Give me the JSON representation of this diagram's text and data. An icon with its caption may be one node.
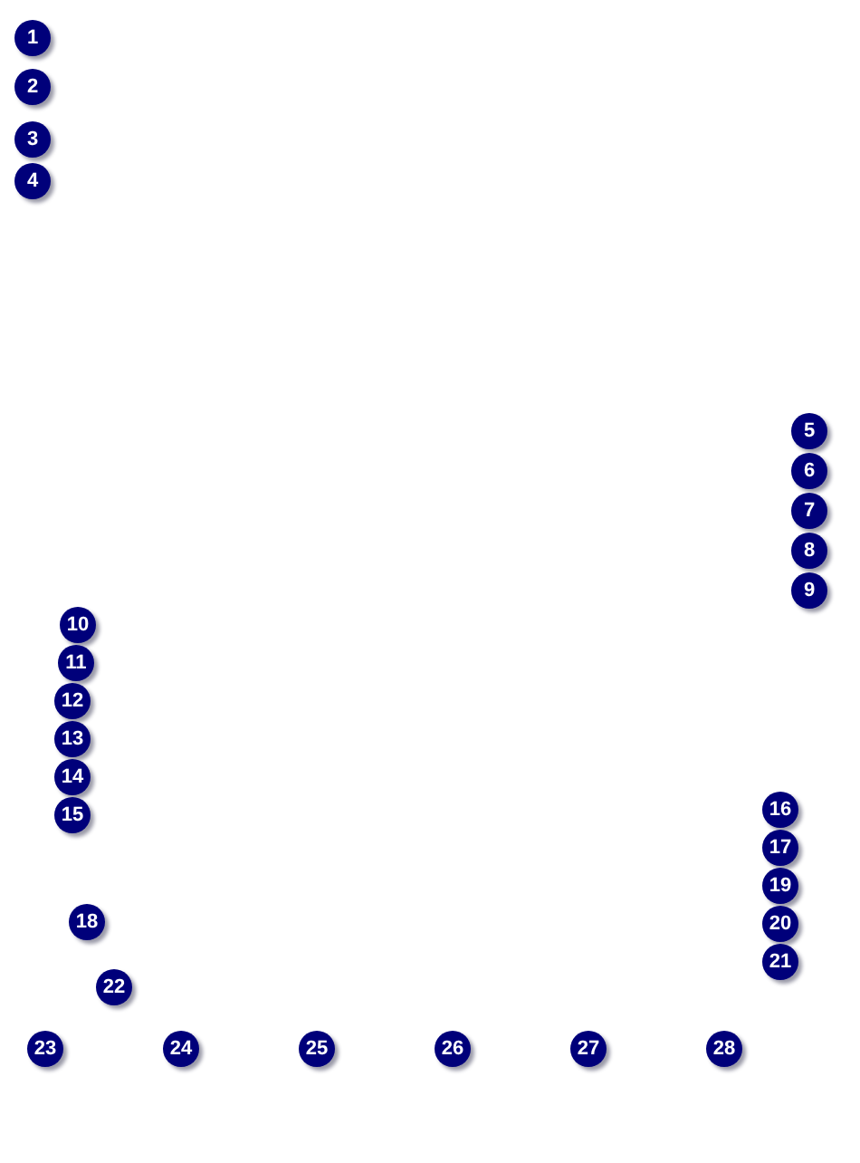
{
  "diagram": {
    "labels": [
      "1",
      "2",
      "3",
      "4",
      "5",
      "6",
      "7",
      "8",
      "9",
      "10",
      "11",
      "12",
      "13",
      "14",
      "15",
      "16",
      "17",
      "18",
      "19",
      "20",
      "21",
      "22",
      "23",
      "24",
      "25",
      "26",
      "27",
      "28"
    ]
  }
}
